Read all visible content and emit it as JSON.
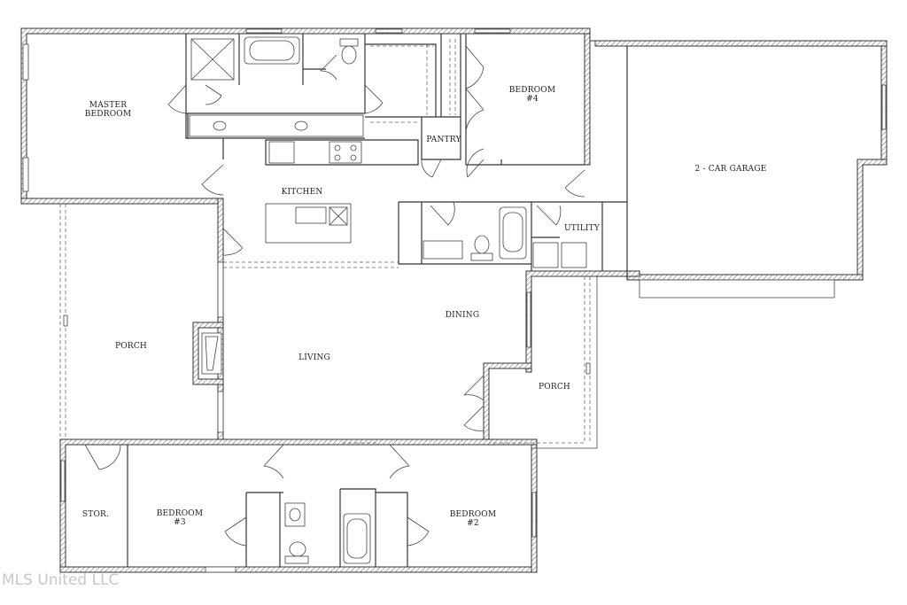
{
  "rooms": {
    "master_bedroom": "MASTER\nBEDROOM",
    "kitchen": "KITCHEN",
    "pantry": "PANTRY",
    "bedroom4": "BEDROOM\n#4",
    "garage": "2 -  CAR GARAGE",
    "utility": "UTILITY",
    "porch_left": "PORCH",
    "living": "LIVING",
    "dining": "DINING",
    "porch_right": "PORCH",
    "storage": "STOR.",
    "bedroom3": "BEDROOM\n#3",
    "bedroom2": "BEDROOM\n#2"
  },
  "watermark": "MLS United LLC",
  "colors": {
    "wall": "#333333",
    "background": "#ffffff",
    "watermark": "#c8c8c8"
  }
}
